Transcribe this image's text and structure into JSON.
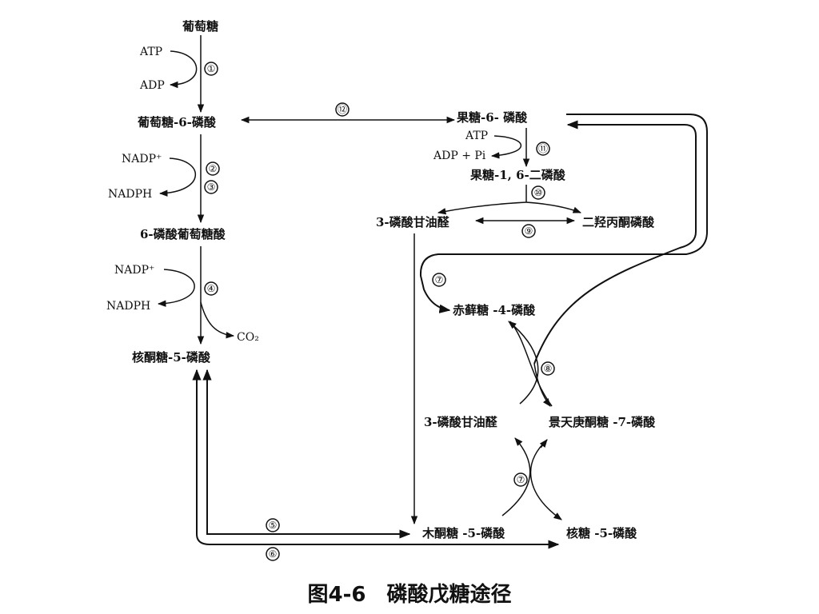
{
  "nodes": {
    "glucose": "葡萄糖",
    "g6p": "葡萄糖-6-磷酸",
    "pg6": "6-磷酸葡萄糖酸",
    "ru5p": "核酮糖-5-磷酸",
    "f6p": "果糖-6- 磷酸",
    "f16bp": "果糖-1, 6-二磷酸",
    "g3p_top": "3-磷酸甘油醛",
    "dhap": "二羟丙酮磷酸",
    "e4p": "赤藓糖 -4-磷酸",
    "g3p_mid": "3-磷酸甘油醛",
    "s7p": "景天庚酮糖 -7-磷酸",
    "xu5p": "木酮糖 -5-磷酸",
    "r5p": "核糖 -5-磷酸"
  },
  "cofactors": {
    "atp1": "ATP",
    "adp1": "ADP",
    "nadp1": "NADP⁺",
    "nadph1": "NADPH",
    "nadp2": "NADP⁺",
    "nadph2": "NADPH",
    "co2": "CO₂",
    "atp2": "ATP",
    "adp_pi": "ADP + Pi"
  },
  "steps": {
    "s1": "①",
    "s2": "②",
    "s3": "③",
    "s4": "④",
    "s5": "⑤",
    "s6": "⑥",
    "s7a": "⑦",
    "s7b": "⑦",
    "s8": "⑧",
    "s9": "⑨",
    "s10": "⑩",
    "s11": "⑪",
    "s12": "⑫"
  },
  "caption": "图4-6　磷酸戊糖途径"
}
